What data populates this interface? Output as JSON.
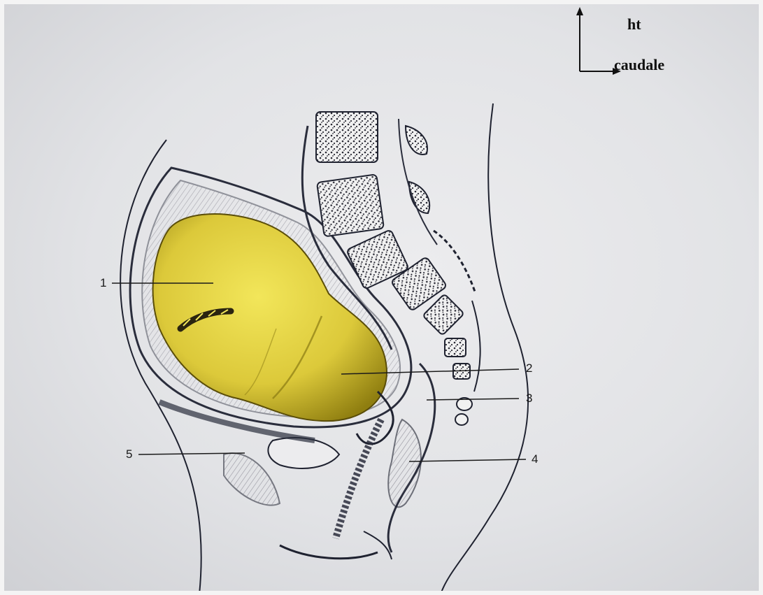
{
  "orientation": {
    "up_label": "ht",
    "right_label": "caudale"
  },
  "labels": {
    "l1": "1",
    "l2": "2",
    "l3": "3",
    "l4": "4",
    "l5": "5"
  },
  "colors": {
    "fetus_fill": "#e3d33a",
    "fetus_shade": "#8a7a12",
    "ink": "#1f2230",
    "background": "#e3e4e7"
  }
}
